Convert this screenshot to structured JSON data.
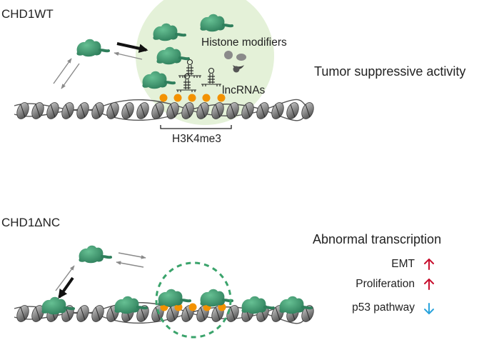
{
  "top_panel": {
    "title": "CHD1WT",
    "histone_modifiers": "Histone modifiers",
    "lncrnas": "lncRNAs",
    "h3k4me3": "H3K4me3",
    "outcome": "Tumor suppressive activity"
  },
  "bottom_panel": {
    "title": "CHD1ΔNC",
    "outcome": "Abnormal transcription",
    "effects": [
      {
        "label": "EMT",
        "direction": "up",
        "color": "#c8102e"
      },
      {
        "label": "Proliferation",
        "direction": "up",
        "color": "#c8102e"
      },
      {
        "label": "p53 pathway",
        "direction": "down",
        "color": "#29a3dc"
      }
    ]
  },
  "colors": {
    "protein": "#3e9a72",
    "nucleosome": "#8c8c8c",
    "mark_dot": "#f39200",
    "halo": "#e4f1d8",
    "dashed_circle": "#3aa36b"
  }
}
